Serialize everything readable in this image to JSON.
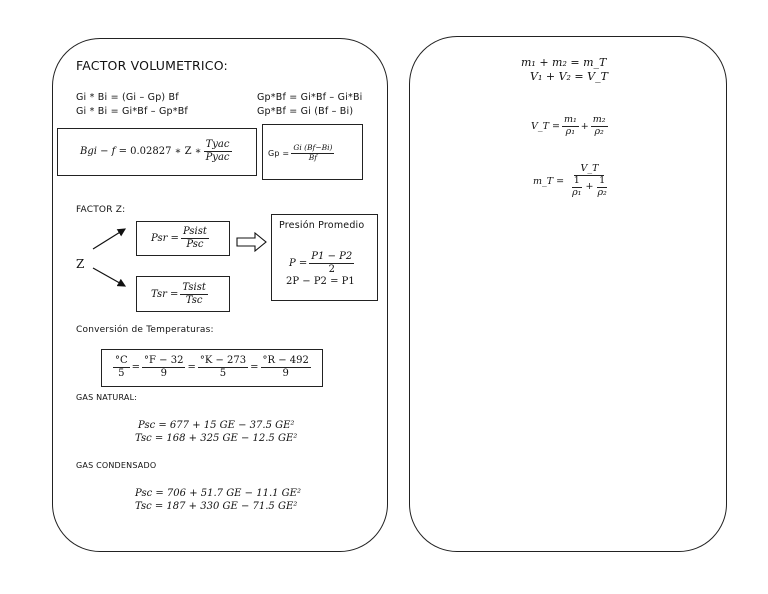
{
  "left": {
    "title": "FACTOR VOLUMETRICO:",
    "bg_eq1": "Gi * Bi = (Gi – Gp) Bf",
    "bg_eq2": "Gi * Bi = Gi*Bf – Gp*Bf",
    "bg_eq3": "Gp*Bf = Gi*Bf – Gi*Bi",
    "bg_eq4": "Gp*Bf = Gi (Bf – Bi)",
    "bgi_lhs": "Bgi − f =",
    "bgi_const": "0.02827 ∗ Z ∗",
    "bgi_num": "Tyac",
    "bgi_den": "Pyac",
    "gp_lhs": "Gp =",
    "gp_num": "Gi (Bf−Bi)",
    "gp_den": "Bf",
    "factor_z_title": "FACTOR Z:",
    "z_label": "Z",
    "psr_lhs": "Psr =",
    "psr_num": "Psist",
    "psr_den": "Psc",
    "tsr_lhs": "Tsr =",
    "tsr_num": "Tsist",
    "tsr_den": "Tsc",
    "presion_title": "Presión Promedio",
    "p_lhs": "P =",
    "p_num": "P1 − P2",
    "p_den": "2",
    "p_eq2": "2P − P2 = P1",
    "conversion_title": "Conversión de Temperaturas:",
    "conv": [
      {
        "num": "°C",
        "den": "5"
      },
      {
        "num": "°F − 32",
        "den": "9"
      },
      {
        "num": "°K − 273",
        "den": "5"
      },
      {
        "num": "°R − 492",
        "den": "9"
      }
    ],
    "gas_natural_title": "GAS NATURAL:",
    "gn_psc": "Psc = 677 + 15 GE − 37.5 GE²",
    "gn_tsc": "Tsc = 168 + 325 GE  − 12.5 GE²",
    "gas_condensado_title": "GAS CONDENSADO",
    "gc_psc": "Psc = 706 + 51.7 GE − 11.1 GE²",
    "gc_tsc": "Tsc = 187 + 330 GE  − 71.5 GE²"
  },
  "right": {
    "eq1": "m₁ + m₂ = m_T",
    "eq2": "V₁ + V₂ = V_T",
    "vt_lhs": "V_T =",
    "vt_n1": "m₁",
    "vt_d1": "ρ₁",
    "vt_plus": "+",
    "vt_n2": "m₂",
    "vt_d2": "ρ₂",
    "mt_lhs": "m_T =",
    "mt_num": "V_T",
    "mt_d1n": "1",
    "mt_d1d": "ρ₁",
    "mt_plus": "+",
    "mt_d2n": "1",
    "mt_d2d": "ρ₂"
  }
}
